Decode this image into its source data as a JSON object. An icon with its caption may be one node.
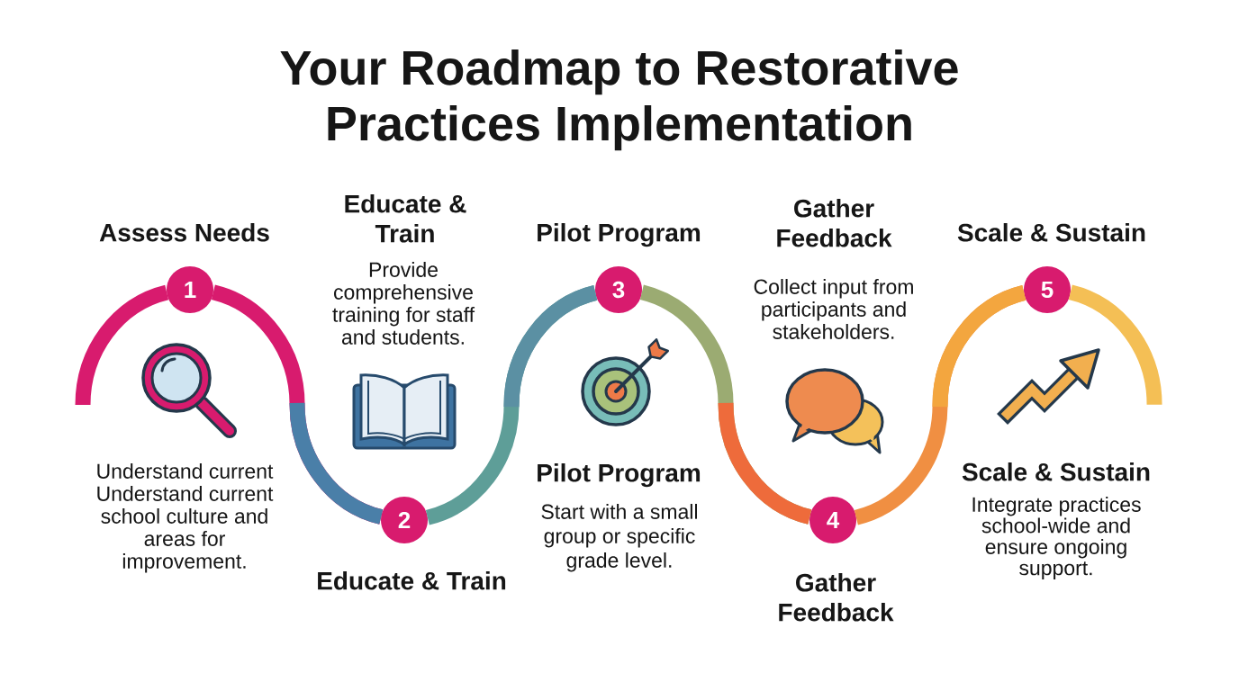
{
  "diagram": {
    "title": "Your Roadmap to Restorative Practices Implementation",
    "nodes": [
      {
        "text": [
          "1"
        ],
        "beside": [
          "Assess Needs"
        ]
      },
      {
        "text": [
          "2"
        ],
        "beside": [
          "Educate & Train",
          "Provide comprehensive training for staff and students.",
          "Educate & Train"
        ]
      },
      {
        "text": [
          "3"
        ],
        "beside": [
          "Pilot Program",
          "Pilot Program",
          "Start with a small group or specific grade level."
        ]
      },
      {
        "text": [
          "4"
        ],
        "beside": [
          "Gather Feedback",
          "Collect input from participants and stakeholders.",
          "Gather Feedback"
        ]
      },
      {
        "text": [
          "5"
        ],
        "beside": [
          "Scale & Sustain",
          "Scale & Sustain",
          "Integrate practices school-wide and ensure ongoing support."
        ]
      }
    ],
    "edges": [
      {
        "from": null,
        "to": 0,
        "arrow": "none",
        "color": "#d81b6e"
      },
      {
        "from": 0,
        "to": 1,
        "arrow": "none",
        "color": "#d81b6e"
      },
      {
        "from": 1,
        "to": 2,
        "arrow": "none",
        "color": "#5e9e98"
      },
      {
        "from": 2,
        "to": 3,
        "arrow": "none",
        "color": "#9bab72"
      },
      {
        "from": 3,
        "to": 4,
        "arrow": "none",
        "color": "#f08f42"
      },
      {
        "from": 4,
        "to": null,
        "arrow": "none",
        "color": "#f4bf55"
      }
    ],
    "labels": [
      "Understand current Understand current school culture and areas for improvement."
    ]
  }
}
